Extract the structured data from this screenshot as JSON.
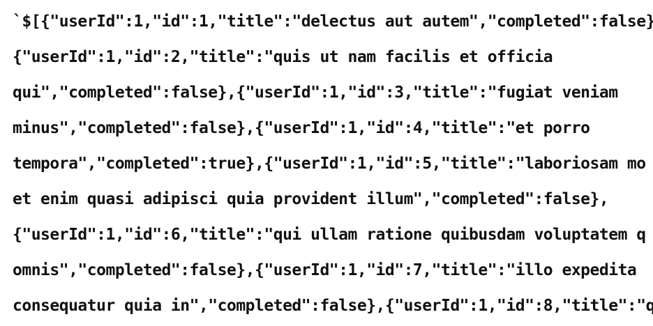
{
  "document": {
    "lines": [
      "`$[{\"userId\":1,\"id\":1,\"title\":\"delectus aut autem\",\"completed\":false},",
      "{\"userId\":1,\"id\":2,\"title\":\"quis ut nam facilis et officia",
      "qui\",\"completed\":false},{\"userId\":1,\"id\":3,\"title\":\"fugiat veniam",
      "minus\",\"completed\":false},{\"userId\":1,\"id\":4,\"title\":\"et porro",
      "tempora\",\"completed\":true},{\"userId\":1,\"id\":5,\"title\":\"laboriosam mo",
      "et enim quasi adipisci quia provident illum\",\"completed\":false},",
      "{\"userId\":1,\"id\":6,\"title\":\"qui ullam ratione quibusdam voluptatem q",
      "omnis\",\"completed\":false},{\"userId\":1,\"id\":7,\"title\":\"illo expedita",
      "consequatur quia in\",\"completed\":false},{\"userId\":1,\"id\":8,\"title\":\"qu"
    ]
  }
}
